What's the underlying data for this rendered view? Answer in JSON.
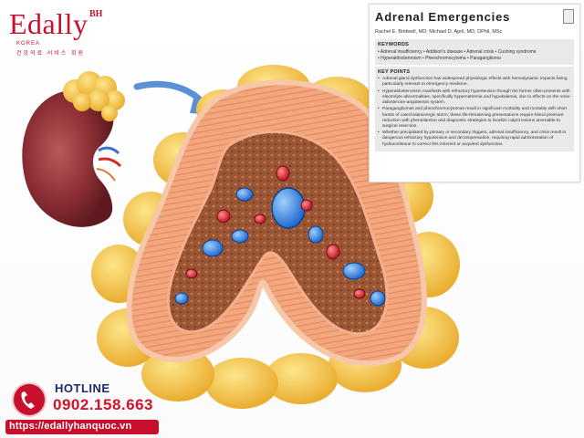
{
  "brand": {
    "name": "Edally",
    "sup": "BH",
    "korea": "KOREA",
    "subtitle": "건강의료 서비스 회원"
  },
  "paper": {
    "title": "Adrenal Emergencies",
    "authors": "Rachel E. Bridwell, MD; Michael D. April, MD, DPhil, MSc",
    "keywords_heading": "KEYWORDS",
    "keywords": [
      "• Adrenal insufficiency • Addison's disease • Adrenal crisis • Cushing syndrome",
      "• Hyperaldosteronism • Pheochromocytoma • Paraganglioma"
    ],
    "key_points_heading": "KEY POINTS",
    "key_points": [
      "Adrenal gland dysfunction has widespread physiologic effects with hemodynamic impacts being particularly relevant to emergency medicine.",
      "Hyperaldosteronism manifests with refractory hypertension though the former often presents with electrolyte abnormalities, specifically hypernatremia and hypokalemia, due to effects on the renin-aldosterone-angiotensin system.",
      "Paragangliomas and pheochromocytomas result in significant morbidity and mortality with short bursts of catecholaminergic storm; these life-threatening presentations require blood pressure reduction with phentolamine and diagnostic strategies to localize culprit lesions amenable to surgical resection.",
      "Whether precipitated by primary or secondary triggers, adrenal insufficiency, and crisis result in dangerous refractory hypotension and decompensation, requiring rapid administration of hydrocortisone to correct this inherent or acquired dysfunction."
    ]
  },
  "hotline": {
    "label": "HOTLINE",
    "number": "0902.158.663",
    "url": "https://edallyhanquoc.vn"
  },
  "colors": {
    "brand_red": "#c8102e",
    "hotline_navy": "#1b2a6b",
    "arrow_blue": "#5b8fd6",
    "cortex_orange": "#f2a77e",
    "medulla_brown": "#8a4a2c",
    "fat_yellow": "#f7c948"
  }
}
